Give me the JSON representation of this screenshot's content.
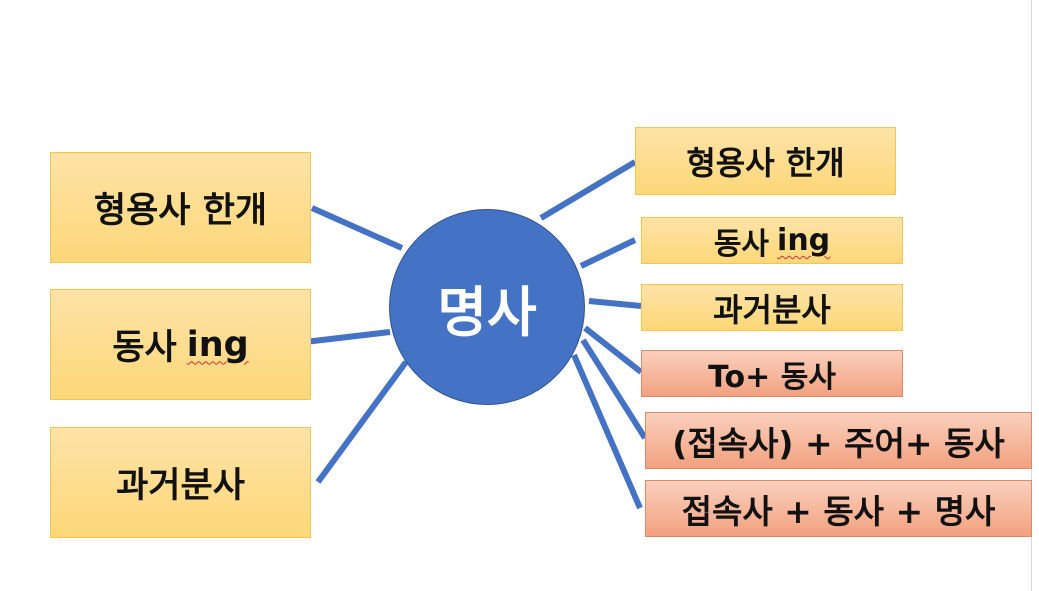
{
  "center": {
    "label": "명사"
  },
  "left_boxes": [
    {
      "text": "형용사 한개"
    },
    {
      "text": "동사",
      "suffix": "ing"
    },
    {
      "text": "과거분사"
    }
  ],
  "right_boxes": [
    {
      "text": "형용사 한개"
    },
    {
      "text": "동사",
      "suffix": "ing"
    },
    {
      "text": "과거분사"
    },
    {
      "text": "To+ 동사"
    },
    {
      "text": "(접속사) + 주어+ 동사"
    },
    {
      "text": "접속사 + 동사 + 명사"
    }
  ],
  "colors": {
    "circle": "#4472c4",
    "connector": "#4472c4",
    "yellow_box": "#fdd778",
    "salmon_box": "#f2a17f"
  }
}
